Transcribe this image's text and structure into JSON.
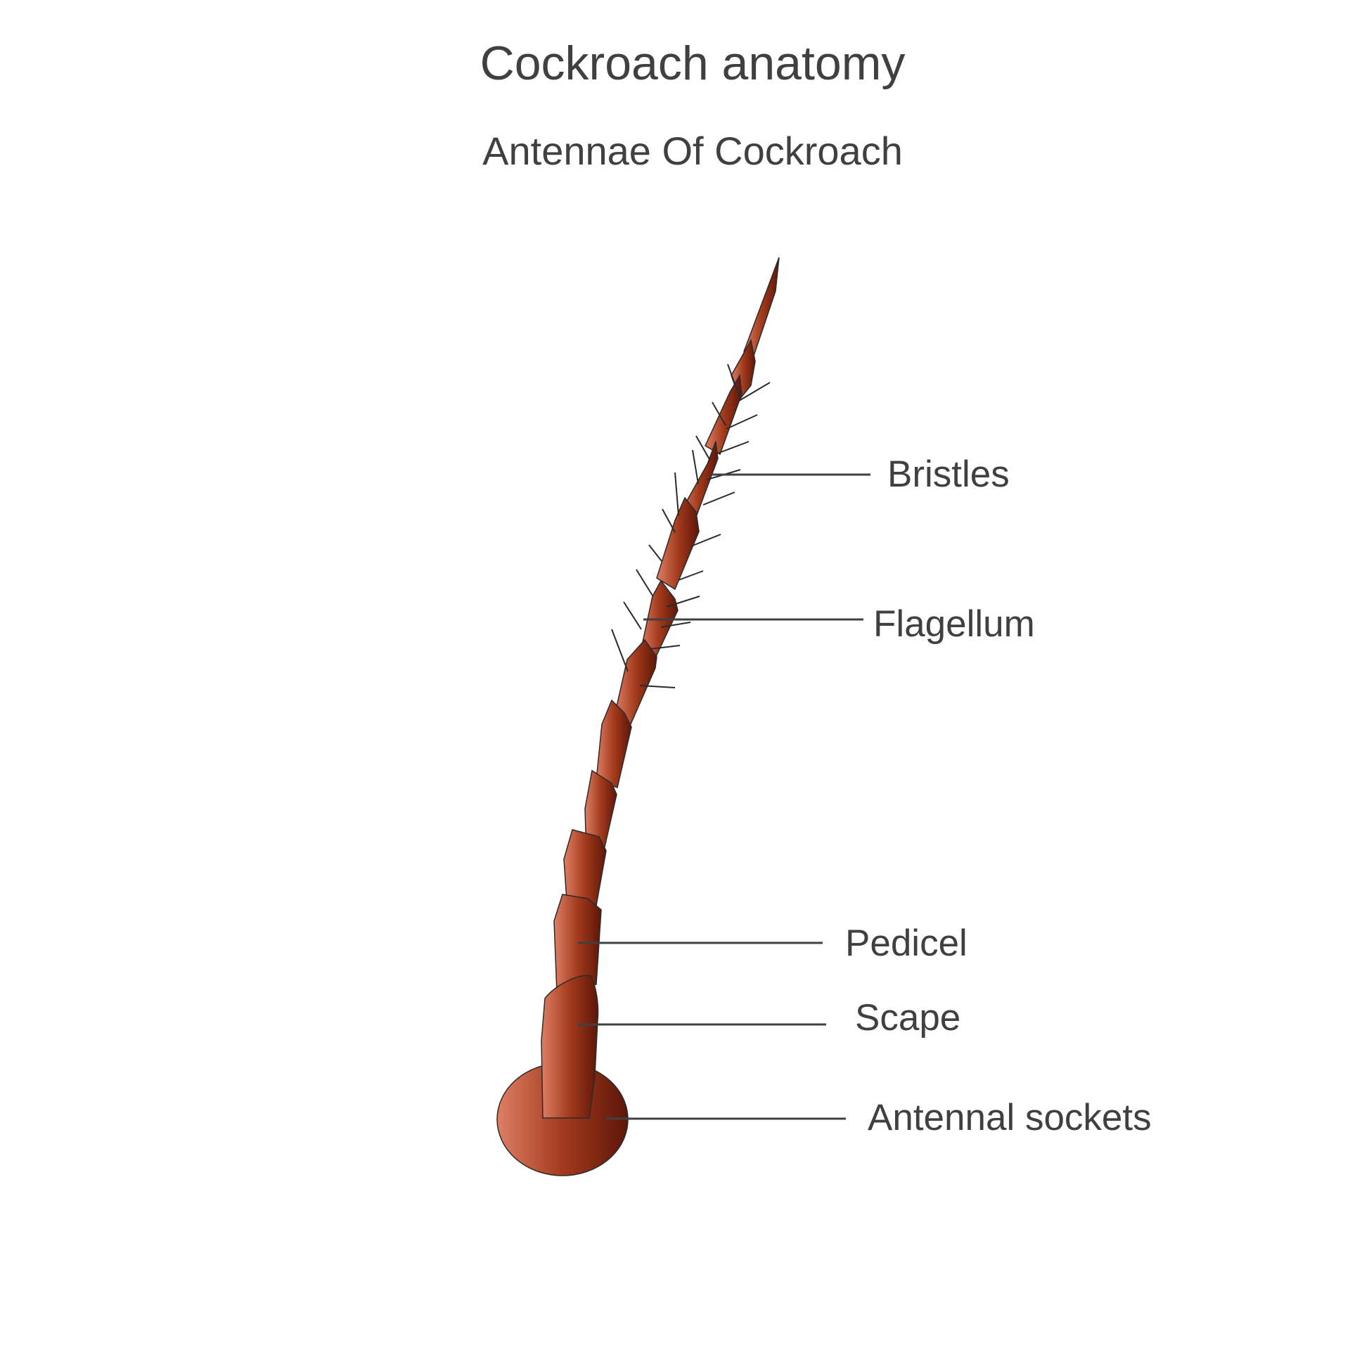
{
  "title": "Cockroach anatomy",
  "subtitle": "Antennae Of Cockroach",
  "labels": {
    "bristles": "Bristles",
    "flagellum": "Flagellum",
    "pedicel": "Pedicel",
    "scape": "Scape",
    "antennal_sockets": "Antennal sockets"
  },
  "colors": {
    "segment_light": "#DE7F66",
    "segment_mid": "#A33A1C",
    "segment_dark": "#5E1609",
    "outline": "#2B2B2B",
    "leader_line": "#404040",
    "text": "#404040",
    "background": "#FFFFFF"
  }
}
